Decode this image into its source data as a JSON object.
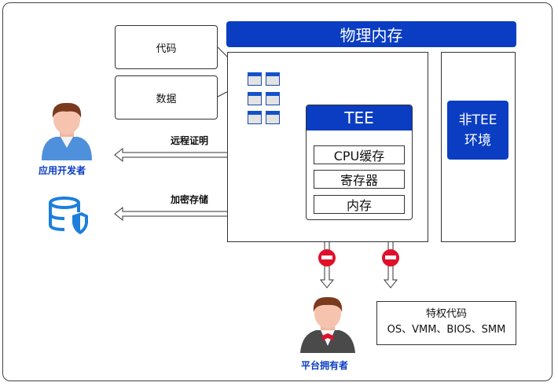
{
  "physical_memory": "物理内存",
  "code": "代码",
  "data": "数据",
  "tee": "TEE",
  "cpu_cache": "CPU缓存",
  "registers": "寄存器",
  "memory": "内存",
  "non_tee": "非TEE\n环境",
  "app_developer": "应用开发者",
  "remote_attestation": "远程证明",
  "encrypted_storage": "加密存储",
  "platform_owner": "平台拥有者",
  "privileged_code": {
    "title": "特权代码",
    "items": "OS、VMM、BIOS、SMM"
  },
  "colors": {
    "accent": "#0a3dc2",
    "blocked": "#e0102a"
  }
}
